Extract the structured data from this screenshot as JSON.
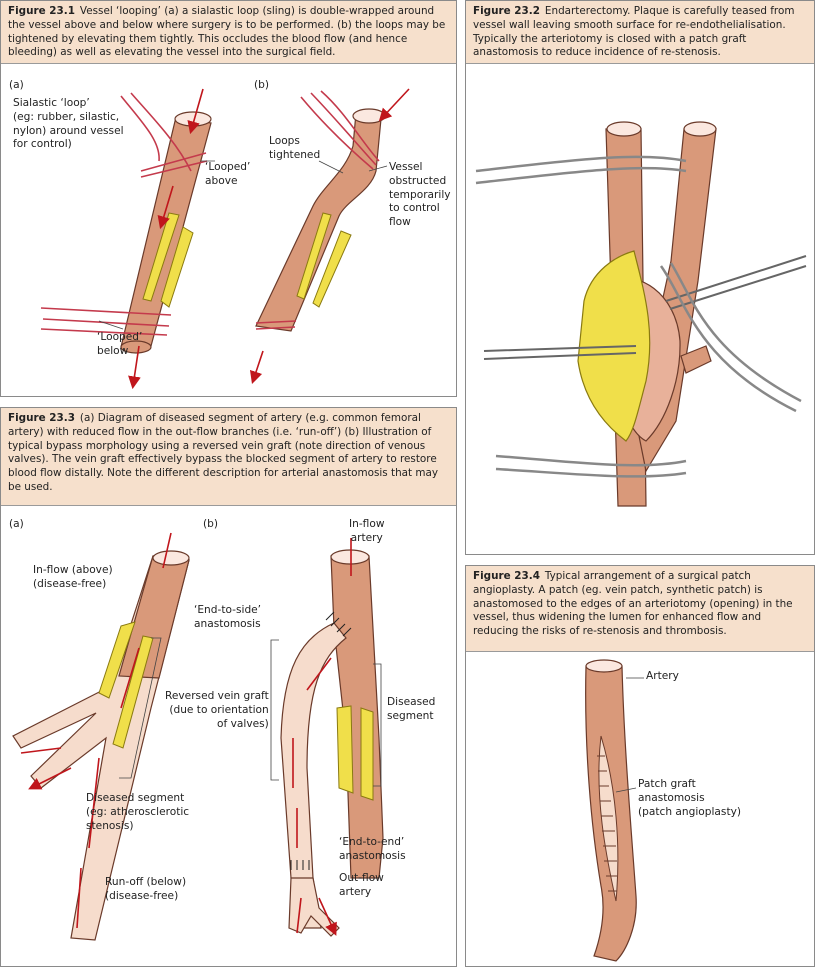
{
  "figures": [
    {
      "number": "Figure 23.1",
      "caption": "Vessel ‘looping’ (a) a sialastic loop (sling) is double-wrapped around the vessel above and below where surgery is to be performed. (b) the loops may be tightened by elevating them tightly. This occludes the blood flow (and hence bleeding) as well as elevating the vessel into the surgical field.",
      "labels": {
        "panel_a": "(a)",
        "panel_b": "(b)",
        "loop": "Sialastic ‘loop’\n(eg: rubber, silastic,\nnylon) around vessel\nfor control)",
        "looped_above": "‘Looped’\nabove",
        "looped_below": "‘Looped’\nbelow",
        "loops_tightened": "Loops\ntightened",
        "vessel_obstructed": "Vessel\nobstructed\ntemporarily\nto control\nflow"
      }
    },
    {
      "number": "Figure 23.2",
      "caption": "Endarterectomy. Plaque is carefully teased from vessel wall leaving smooth surface for re-endothelialisation. Typically the arteriotomy is closed with a patch graft anastomosis to reduce incidence of re-stenosis."
    },
    {
      "number": "Figure 23.3",
      "caption": "(a) Diagram of diseased segment of artery (e.g. common femoral artery) with reduced flow in the out-flow branches (i.e. ‘run-off’) (b) Illustration of typical bypass morphology using a reversed vein graft (note direction of venous valves). The vein graft effectively bypass the blocked segment of artery to restore blood flow distally. Note the different description for arterial anastomosis that may be used.",
      "labels": {
        "panel_a": "(a)",
        "panel_b": "(b)",
        "inflow_above": "In-flow (above)\n(disease-free)",
        "diseased_segment_a": "Diseased segment\n(eg: atherosclerotic\nstenosis)",
        "runoff_below": "Run-off (below)\n(disease-free)",
        "inflow_artery": "In-flow\nartery",
        "end_to_side": "‘End-to-side’\nanastomosis",
        "reversed_vein_graft": "Reversed vein graft\n(due to orientation\nof valves)",
        "diseased_segment_b": "Diseased\nsegment",
        "end_to_end": "‘End-to-end’\nanastomosis",
        "outflow_artery": "Out-flow\nartery"
      }
    },
    {
      "number": "Figure 23.4",
      "caption": "Typical arrangement of a surgical patch angioplasty. A patch (eg. vein patch, synthetic patch) is anastomosed to the edges of an arteriotomy (opening) in the vessel, thus widening the lumen for enhanced flow and reducing the risks of re-stenosis and thrombosis.",
      "labels": {
        "artery": "Artery",
        "patch": "Patch graft\nanastomosis\n(patch angioplasty)"
      }
    }
  ],
  "colors": {
    "caption_bg": "#f6e0cc",
    "artery": "#d9997a",
    "artery_dark": "#a8614a",
    "vein": "#f5dccb",
    "plaque": "#f0df4a",
    "flow_arrow": "#c0161c",
    "loop": "#c43a4c",
    "instrument": "#e8e8e8"
  }
}
